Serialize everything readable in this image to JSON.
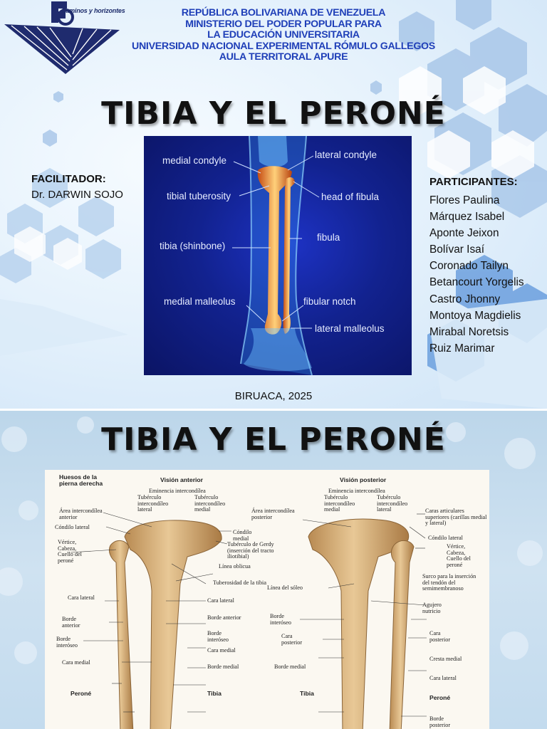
{
  "slide1": {
    "logo_text": "Caminos y horizontes",
    "header_lines": [
      "REPÚBLICA BOLIVARIANA DE VENEZUELA",
      "MINISTERIO DEL PODER POPULAR PARA",
      "LA EDUCACIÓN UNIVERSITARIA",
      "UNIVERSIDAD NACIONAL EXPERIMENTAL RÓMULO GALLEGOS",
      "AULA TERRITORAL APURE"
    ],
    "title": "TIBIA Y EL PERONÉ",
    "facilitator_heading": "FACILITADOR:",
    "facilitator_name": "Dr. DARWIN SOJO",
    "participants_heading": "PARTICIPANTES:",
    "participants": [
      "Flores Paulina",
      "Márquez Isabel",
      "Aponte Jeixon",
      "Bolívar Isaí",
      "Coronado Tailyn",
      "Betancourt Yorgelis",
      "Castro Jhonny",
      "Montoya Magdielis",
      "Mirabal Noretsis",
      "Ruiz Marimar"
    ],
    "place_date": "BIRUACA, 2025",
    "anatomy_labels": {
      "medial_condyle": "medial condyle",
      "lateral_condyle": "lateral condyle",
      "tibial_tuberosity": "tibial tuberosity",
      "head_of_fibula": "head of fibula",
      "fibula": "fibula",
      "tibia": "tibia (shinbone)",
      "medial_malleolus": "medial malleolus",
      "fibular_notch": "fibular notch",
      "lateral_malleolus": "lateral malleolus"
    }
  },
  "slide2": {
    "title": "TIBIA Y EL PERONÉ",
    "plate": {
      "caption": "Huesos de la pierna derecha",
      "anterior_view": "Visión anterior",
      "posterior_view": "Visión posterior",
      "left_labels": {
        "eminencia_a": "Eminencia intercondílea",
        "tub_lat_a": "Tubérculo intercondíleo lateral",
        "tub_med_a": "Tubérculo intercondíleo medial",
        "area_ant": "Área intercondílea anterior",
        "condilo_lat": "Cóndilo lateral",
        "condilo_med": "Cóndilo medial",
        "vertice": "Vértice, Cabeza, Cuello del peroné",
        "gerdy": "Tubérculo de Gerdy (inserción del tracto iliotibial)",
        "linea_oblicua": "Línea oblicua",
        "tuberosidad": "Tuberosidad de la tibia",
        "cara_lateral_a": "Cara lateral",
        "cara_lateral_p": "Cara lateral",
        "borde_anterior_a": "Borde anterior",
        "borde_anterior_t": "Borde anterior",
        "borde_interoseo_a": "Borde interóseo",
        "borde_interoseo_t": "Borde interóseo",
        "cara_medial_a": "Cara medial",
        "cara_medial_t": "Cara medial",
        "borde_medial_t": "Borde medial",
        "perone_a": "Peroné",
        "tibia_a": "Tibia"
      },
      "right_labels": {
        "eminencia_p": "Eminencia intercondílea",
        "tub_med_p": "Tubérculo intercondíleo medial",
        "tub_lat_p": "Tubérculo intercondíleo lateral",
        "area_post": "Área intercondílea posterior",
        "caras_art": "Caras articulares superiores (carillas medial y lateral)",
        "condilo_lat_p": "Cóndilo lateral",
        "vertice_p": "Vértice, Cabeza, Cuello del peroné",
        "linea_soleo": "Línea del sóleo",
        "surco": "Surco para la inserción del tendón del semimembranoso",
        "agujero": "Agujero nutricio",
        "borde_interoseo_p": "Borde interóseo",
        "cara_posterior_l": "Cara posterior",
        "cara_posterior_r": "Cara posterior",
        "cresta_medial": "Cresta medial",
        "borde_medial_p": "Borde medial",
        "cara_lateral_r": "Cara lateral",
        "tibia_p": "Tibia",
        "perone_p": "Peroné",
        "borde_post": "Borde posterior"
      }
    }
  },
  "colors": {
    "header_blue": "#1f3fb8",
    "panel_blue": "#12228f",
    "bone": "#d6b07a"
  }
}
